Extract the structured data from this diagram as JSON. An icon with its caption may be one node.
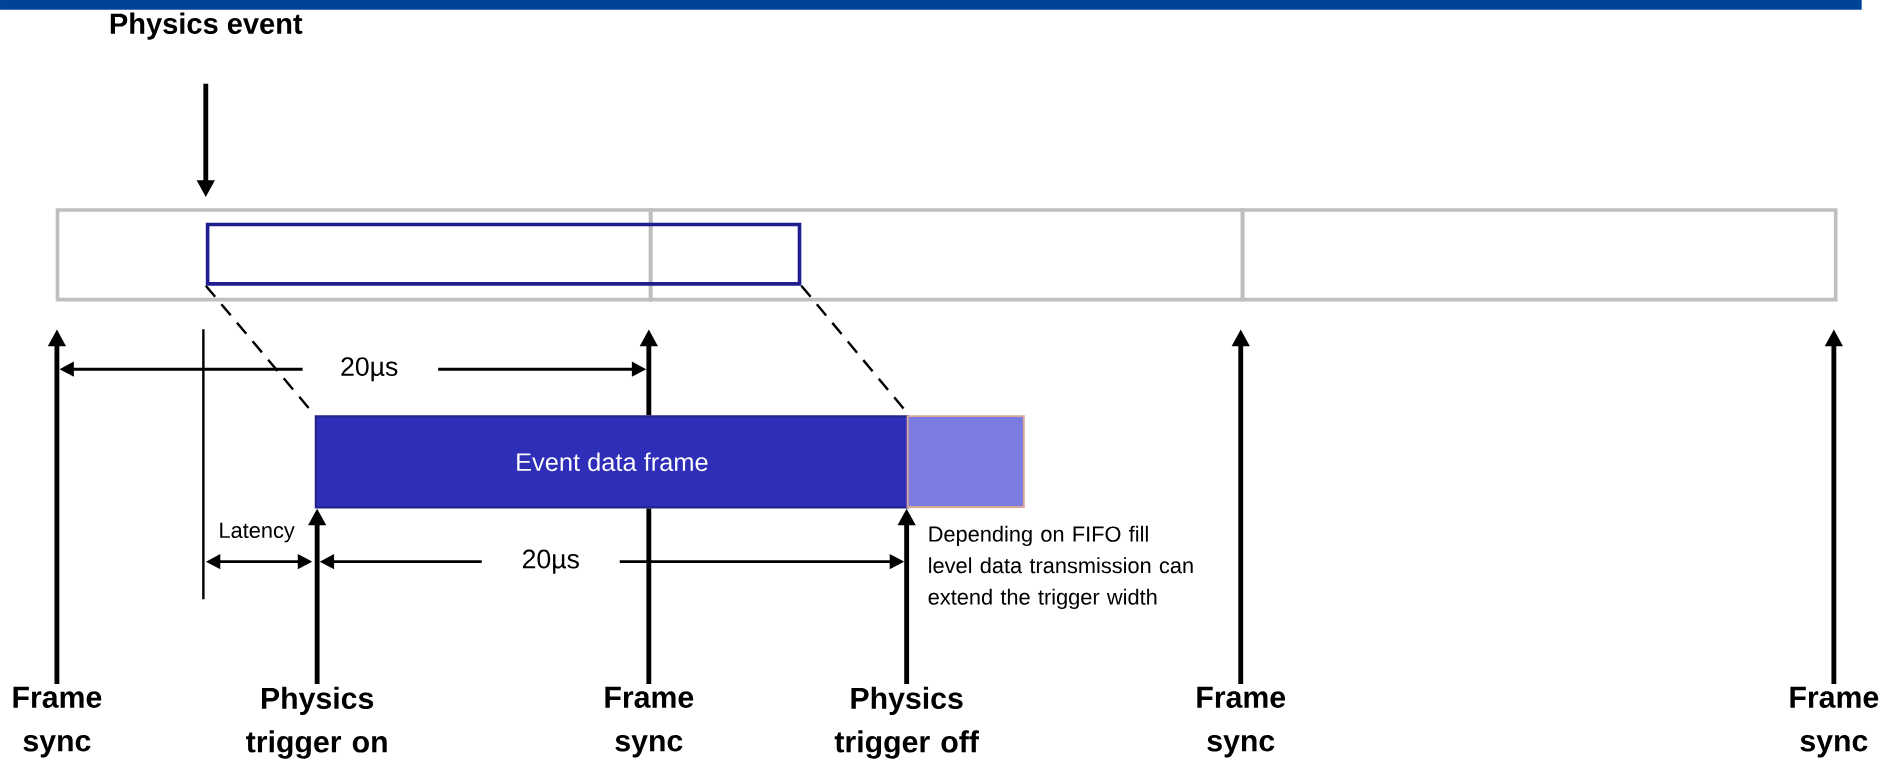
{
  "diagram": {
    "nodes": [
      {
        "text": [
          "Physics event"
        ]
      },
      {
        "text": [],
        "shape": "box"
      },
      {
        "text": [],
        "shape": "box"
      },
      {
        "text": [],
        "shape": "box"
      },
      {
        "text": [],
        "shape": "box"
      },
      {
        "text": [
          "Event data frame"
        ]
      },
      {
        "text": [],
        "shape": "box"
      },
      {
        "text": [
          "Frame sync"
        ]
      },
      {
        "text": [
          "Physics trigger on"
        ]
      },
      {
        "text": [
          "Frame sync"
        ]
      },
      {
        "text": [
          "Physics trigger off"
        ]
      },
      {
        "text": [
          "Frame sync"
        ]
      },
      {
        "text": [
          "Frame sync"
        ]
      }
    ],
    "edges": [
      {
        "from": 0,
        "to": 1,
        "arrow": "to"
      },
      {
        "from": 4,
        "to": 5,
        "arrow": "none",
        "style": "dashed"
      },
      {
        "from": 4,
        "to": 5,
        "arrow": "none",
        "style": "dashed"
      },
      {
        "from": 7,
        "to": null,
        "arrow": "to"
      },
      {
        "from": 8,
        "to": 5,
        "arrow": "to"
      },
      {
        "from": 9,
        "to": null,
        "arrow": "to"
      },
      {
        "from": 10,
        "to": 5,
        "arrow": "to"
      },
      {
        "from": 11,
        "to": null,
        "arrow": "to"
      },
      {
        "from": 12,
        "to": null,
        "arrow": "to"
      }
    ],
    "labels": [
      "20µs",
      "Latency",
      "20µs",
      "Depending on FIFO fill level data transmission can extend the trigger width"
    ]
  }
}
